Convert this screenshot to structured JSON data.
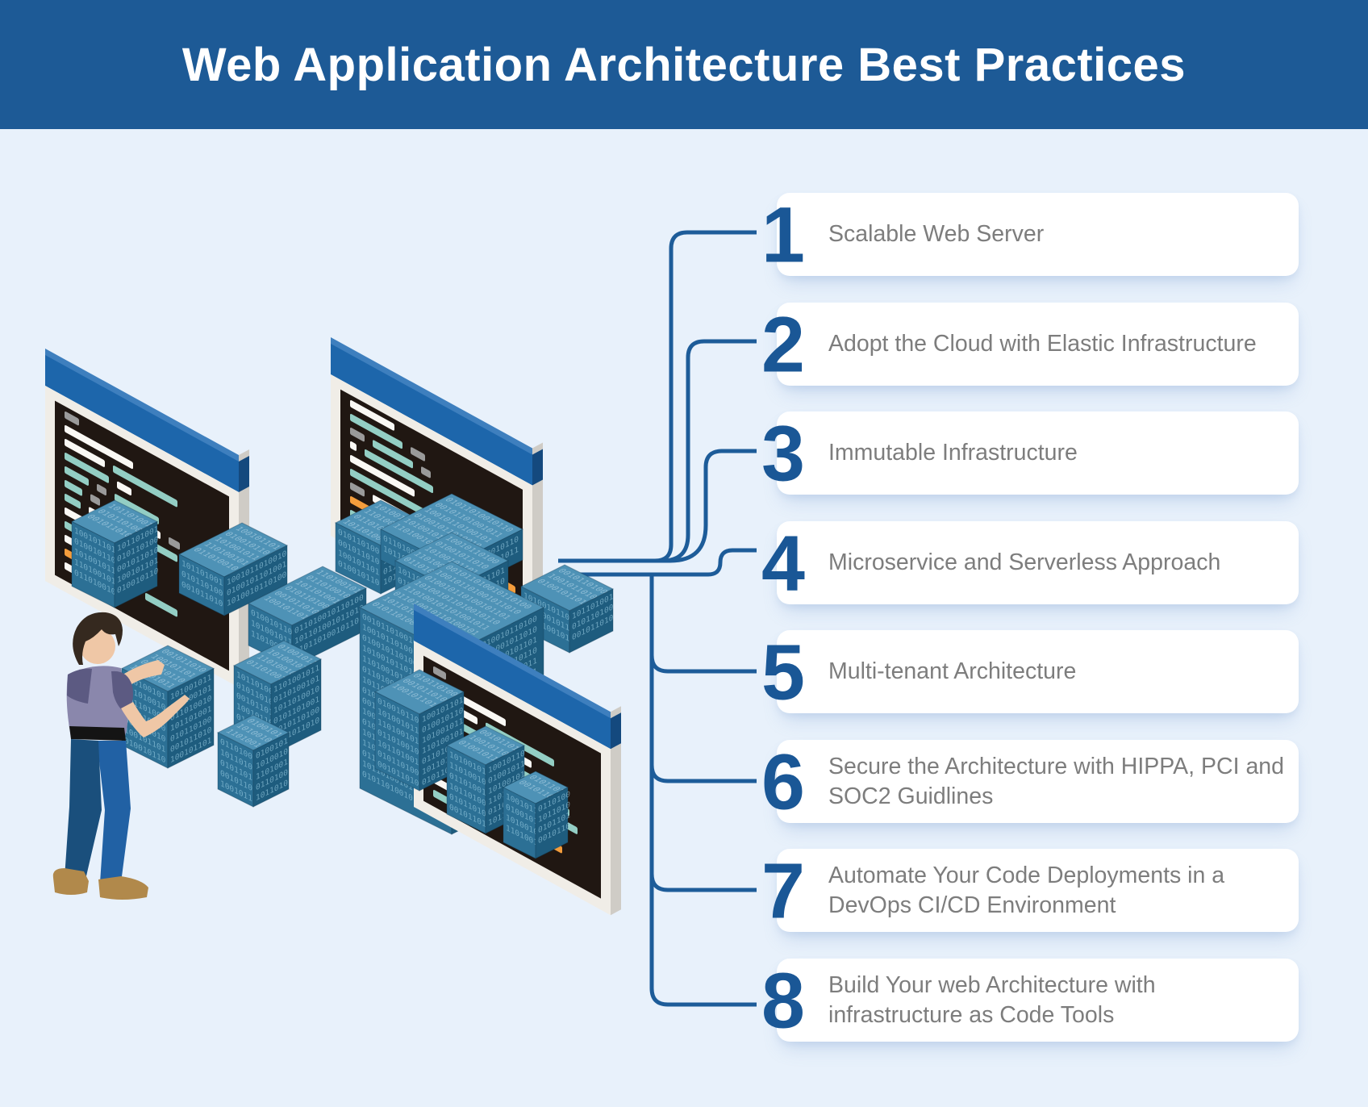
{
  "title": "Web Application Architecture Best Practices",
  "colors": {
    "header_bg": "#1D5A96",
    "page_bg": "#E8F1FB",
    "card_bg": "#FFFFFF",
    "number": "#1A5796",
    "item_text": "#7D7D7D",
    "connector": "#1D5C99",
    "monitor_bar": "#1D66AB",
    "monitor_bar_lip": "#3E7FBE",
    "monitor_bar_side": "#14497E",
    "monitor_frame": "#F0EDE7",
    "monitor_frame_side": "#CFCCC6",
    "screen_bg": "#201712",
    "code_w": "#FAF8F4",
    "code_t": "#93CEC4",
    "code_g": "#9A9A9A",
    "code_o": "#F49D3C",
    "cube_top": "#4E92B6",
    "cube_left": "#2C7095",
    "cube_right": "#1E5C7E",
    "cube_edge": "rgba(16,58,82,0.35)",
    "binary_ink": "rgba(170,218,238,0.55)",
    "binary_ink_top": "rgba(220,240,250,0.45)",
    "skin": "#EFC7A6",
    "hair": "#35291F",
    "shirt": "#8A87AC",
    "shirt_dark": "#5C5A82",
    "belt": "#141414",
    "jeans": "#2161A4",
    "jeans_dark": "#1A4F7C",
    "shoe": "#B1894B"
  },
  "items": [
    {
      "number": "1",
      "label": "Scalable Web Server"
    },
    {
      "number": "2",
      "label": "Adopt the Cloud with Elastic Infrastructure"
    },
    {
      "number": "3",
      "label": "Immutable Infrastructure"
    },
    {
      "number": "4",
      "label": "Microservice and Serverless Approach"
    },
    {
      "number": "5",
      "label": "Multi-tenant Architecture"
    },
    {
      "number": "6",
      "label": "Secure the Architecture with HIPPA, PCI and SOC2 Guidlines"
    },
    {
      "number": "7",
      "label": "Automate Your Code Deployments in a DevOps CI/CD Environment"
    },
    {
      "number": "8",
      "label": "Build Your web Architecture with infrastructure as Code Tools"
    }
  ],
  "illustration": {
    "binary_row": "011010010110100101101001011010010110100101101001011010010110",
    "monitors": [
      {
        "name": "left-code-screen",
        "rows": [
          [
            [
              18,
              "g"
            ]
          ],
          [
            [
              85,
              "w"
            ]
          ],
          [
            [
              50,
              "w"
            ],
            [
              80,
              "t"
            ]
          ],
          [
            [
              55,
              "t"
            ],
            [
              18,
              "w"
            ]
          ],
          [
            [
              30,
              "t"
            ],
            [
              12,
              "g"
            ],
            [
              55,
              "t"
            ]
          ],
          [
            [
              22,
              "t"
            ],
            [
              12,
              "g"
            ],
            [
              65,
              "w"
            ],
            [
              14,
              "g"
            ]
          ],
          [
            [
              20,
              "t"
            ],
            [
              55,
              "w"
            ],
            [
              45,
              "t"
            ]
          ],
          [
            [
              65,
              "w"
            ],
            [
              30,
              "t"
            ]
          ],
          [
            [
              40,
              "t"
            ],
            [
              45,
              "o"
            ]
          ],
          [
            [
              25,
              "w"
            ],
            [
              40,
              "t"
            ]
          ],
          [
            [
              90,
              "o"
            ],
            [
              40,
              "t"
            ]
          ],
          [
            [
              30,
              "w"
            ]
          ]
        ]
      },
      {
        "name": "middle-code-screen",
        "rows": [
          [
            [
              55,
              "w"
            ]
          ],
          [
            [
              65,
              "t"
            ],
            [
              18,
              "g"
            ]
          ],
          [
            [
              18,
              "g"
            ],
            [
              50,
              "t"
            ],
            [
              12,
              "g"
            ]
          ],
          [
            [
              8,
              "w"
            ],
            [
              85,
              "t"
            ]
          ],
          [
            [
              80,
              "w"
            ]
          ],
          [
            [
              130,
              "t"
            ]
          ],
          [
            [
              18,
              "g"
            ],
            [
              60,
              "w"
            ],
            [
              30,
              "g"
            ]
          ],
          [
            [
              205,
              "o"
            ]
          ],
          [
            [
              35,
              "t"
            ],
            [
              12,
              "g"
            ],
            [
              80,
              "t"
            ]
          ],
          [
            [
              50,
              "t"
            ],
            [
              26,
              "g"
            ],
            [
              78,
              "o"
            ],
            [
              50,
              "t"
            ]
          ]
        ]
      },
      {
        "name": "bottom-code-screen",
        "rows": [
          [
            [
              16,
              "g"
            ]
          ],
          [
            [
              90,
              "w"
            ]
          ],
          [
            [
              55,
              "w"
            ],
            [
              85,
              "t"
            ]
          ],
          [
            [
              55,
              "t"
            ],
            [
              12,
              "g"
            ],
            [
              35,
              "w"
            ]
          ],
          [
            [
              30,
              "t"
            ],
            [
              12,
              "g"
            ],
            [
              60,
              "t"
            ],
            [
              14,
              "g"
            ]
          ],
          [
            [
              22,
              "t"
            ],
            [
              60,
              "w"
            ],
            [
              12,
              "g"
            ],
            [
              45,
              "t"
            ]
          ],
          [
            [
              65,
              "w"
            ],
            [
              16,
              "g"
            ],
            [
              40,
              "t"
            ],
            [
              28,
              "t"
            ]
          ],
          [
            [
              40,
              "t"
            ],
            [
              14,
              "g"
            ],
            [
              55,
              "t"
            ]
          ],
          [
            [
              55,
              "w"
            ],
            [
              95,
              "o"
            ]
          ],
          [
            [
              45,
              "t"
            ]
          ]
        ]
      }
    ]
  }
}
